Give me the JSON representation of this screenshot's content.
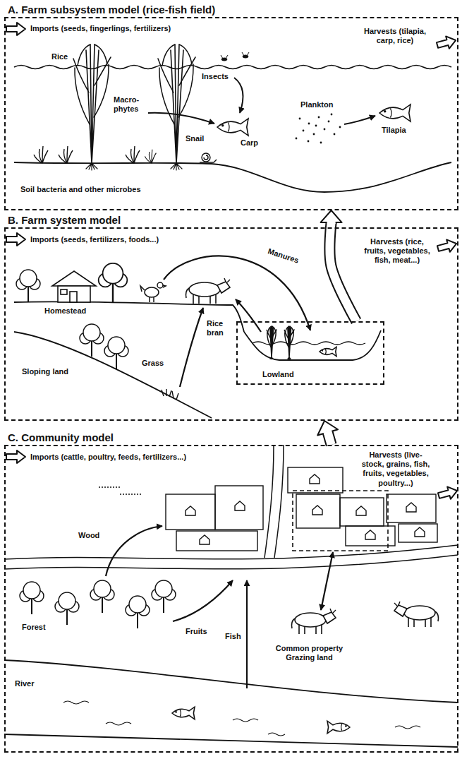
{
  "diagram": {
    "nodes": [
      {
        "text": [
          "A. Farm subsystem model (rice-fish field)"
        ]
      },
      {
        "text": [
          "B. Farm system model"
        ]
      },
      {
        "text": [
          "Lowland"
        ],
        "in": 1
      },
      {
        "text": [
          "C. Community model"
        ]
      }
    ],
    "edges": [
      {
        "from": 2,
        "to": 0,
        "arrow": "to"
      },
      {
        "from": 3,
        "to": 1,
        "arrow": "to"
      }
    ],
    "labels": [
      "Imports (seeds, fingerlings, fertilizers)",
      "Harvests (tilapia, carp, rice)",
      "Rice",
      "Insects",
      "Macro- phytes",
      "Plankton",
      "Carp",
      "Snail",
      "Tilapia",
      "Soil bacteria and other microbes",
      "Imports (seeds, fertilizers, foods...)",
      "Harvests (rice, fruits, vegetables, fish, meat...)",
      "Manures",
      "Homestead",
      "Rice bran",
      "Sloping land",
      "Grass",
      "Imports (cattle, poultry, feeds, fertilizers...)",
      "Harvests (live- stock, grains, fish, fruits, vegetables, poultry...)",
      "Wood",
      "Forest",
      "Fruits",
      "Fish",
      "Common property Grazing land",
      "River"
    ]
  }
}
